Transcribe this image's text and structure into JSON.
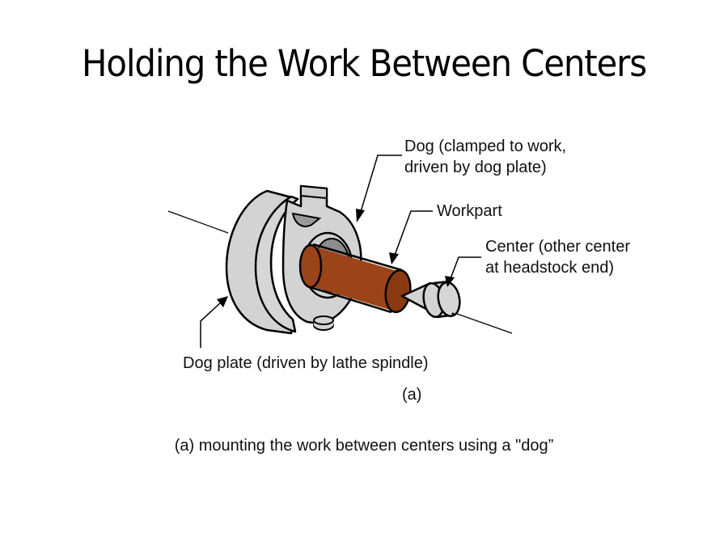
{
  "slide": {
    "title": "Holding the Work Between Centers",
    "figure": {
      "labels": {
        "dog_line1": "Dog (clamped to work,",
        "dog_line2": "driven by dog plate)",
        "workpart": "Workpart",
        "center_line1": "Center (other center",
        "center_line2": "at headstock end)",
        "dog_plate": "Dog plate (driven by lathe spindle)"
      },
      "sub_label": "(a)",
      "colors": {
        "metal": "#d3d3d3",
        "metal_dark": "#8c8c8c",
        "workpart": "#9b4419",
        "workpart_end": "#8a3a12",
        "outline": "#000000"
      }
    },
    "caption": "(a) mounting the work between centers using a \"dog”"
  }
}
